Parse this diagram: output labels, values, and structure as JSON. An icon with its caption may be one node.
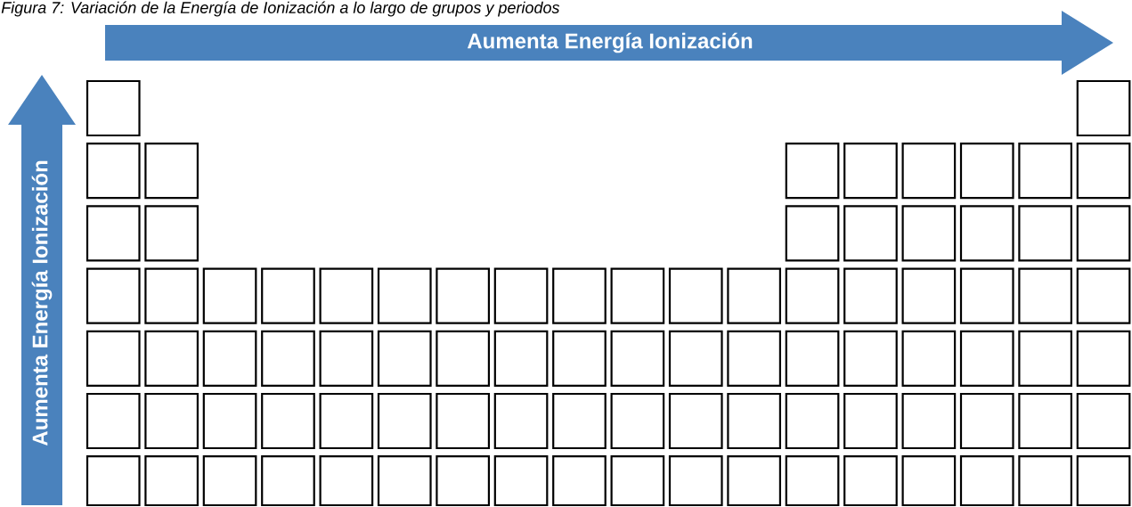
{
  "diagram": {
    "caption": "Figura 7: Variación de la Energía de Ionización a lo largo de grupos y periodos",
    "labels": [
      "Aumenta Energía Ionización",
      "Aumenta Energía Ionización"
    ]
  }
}
